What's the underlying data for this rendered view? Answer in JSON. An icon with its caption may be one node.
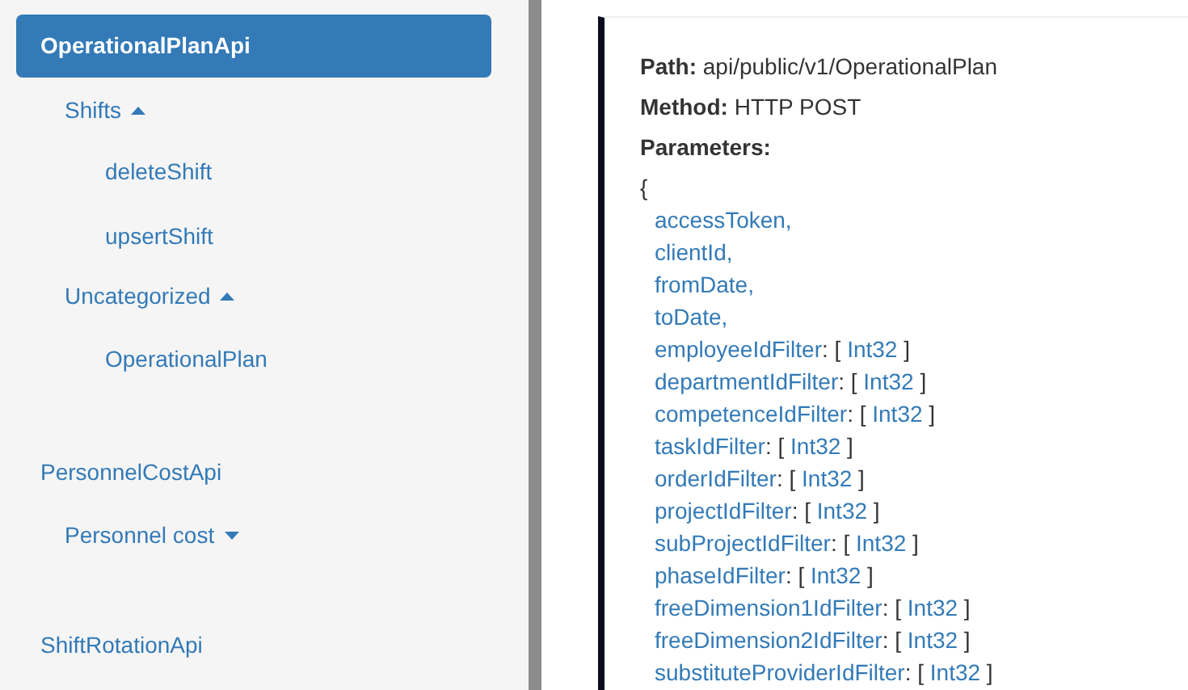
{
  "diagram": {
    "labels": [
      "OperationalPlanApi",
      "Shifts",
      "deleteShift",
      "upsertShift",
      "Uncategorized",
      "OperationalPlan",
      "PersonnelCostApi",
      "Personnel cost",
      "ShiftRotationApi",
      "**Path:** api/public/v1/OperationalPlan",
      "**Method:** HTTP POST",
      "Parameters:",
      "{",
      "accessToken,",
      "clientId,",
      "fromDate,",
      "toDate,",
      "employeeIdFilter: [ Int32 ]",
      "departmentIdFilter: [ Int32 ]",
      "competenceIdFilter: [ Int32 ]",
      "taskIdFilter: [ Int32 ]",
      "orderIdFilter: [ Int32 ]",
      "projectIdFilter: [ Int32 ]",
      "subProjectIdFilter: [ Int32 ]",
      "phaseIdFilter: [ Int32 ]",
      "freeDimension1IdFilter: [ Int32 ]",
      "freeDimension2IdFilter: [ Int32 ]",
      "substituteProviderIdFilter: [ Int32 ]"
    ]
  }
}
